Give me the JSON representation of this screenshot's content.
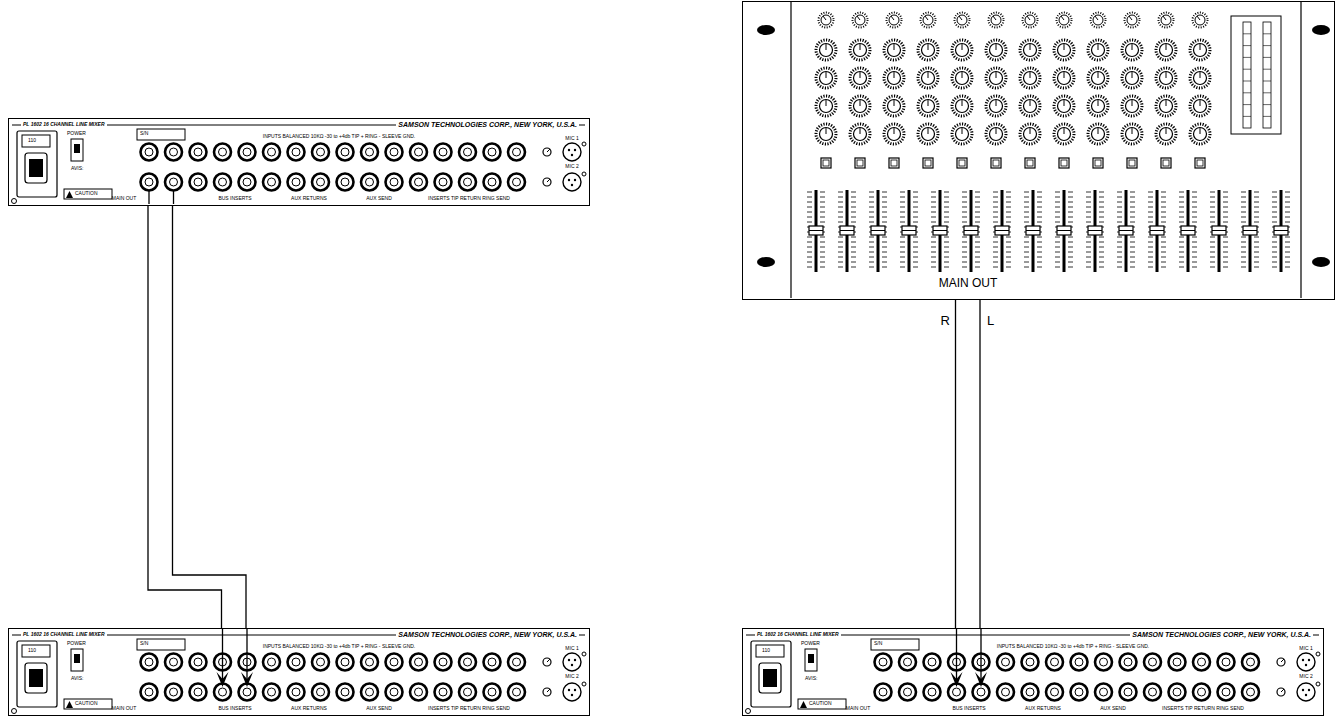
{
  "diagram": {
    "nodes": [
      {
        "text": [
          "PL 1602 16 CHANNEL LINE MIXER",
          "SAMSON TECHNOLOGIES CORP., NEW YORK, U.S.A."
        ]
      },
      {
        "text": [
          "MAIN OUT"
        ]
      },
      {
        "text": [
          "PL 1602 16 CHANNEL LINE MIXER",
          "SAMSON TECHNOLOGIES CORP., NEW YORK, U.S.A."
        ]
      },
      {
        "text": [
          "PL 1602 16 CHANNEL LINE MIXER",
          "SAMSON TECHNOLOGIES CORP., NEW YORK, U.S.A."
        ]
      }
    ],
    "edges": [
      {
        "from": 0,
        "to": 2,
        "arrow": "none"
      },
      {
        "from": 0,
        "to": 2,
        "arrow": "none"
      },
      {
        "from": 1,
        "to": 3,
        "label": "R",
        "arrow": "none"
      },
      {
        "from": 1,
        "to": 3,
        "label": "L",
        "arrow": "none"
      }
    ],
    "labels": [
      "S/N",
      "110",
      "POWER",
      "AVIS:",
      "CAUTION",
      "INPUTS BALANCED 10KΩ -30 to +4db TIP + RING - SLEEVE GND.",
      "MAIN OUT",
      "BUS INSERTS",
      "AUX RETURNS",
      "AUX SEND",
      "INSERTS TIP RETURN RING SEND",
      "MIC 1",
      "MIC 2",
      "S/N",
      "110",
      "POWER",
      "AVIS:",
      "CAUTION",
      "INPUTS BALANCED 10KΩ -30 to +4db TIP + RING - SLEEVE GND.",
      "MAIN OUT",
      "BUS INSERTS",
      "AUX RETURNS",
      "AUX SEND",
      "INSERTS TIP RETURN RING SEND",
      "MIC 1",
      "MIC 2",
      "S/N",
      "110",
      "POWER",
      "AVIS:",
      "CAUTION",
      "INPUTS BALANCED 10KΩ -30 to +4db TIP + RING - SLEEVE GND.",
      "MAIN OUT",
      "BUS INSERTS",
      "AUX RETURNS",
      "AUX SEND",
      "INSERTS TIP RETURN RING SEND",
      "MIC 1",
      "MIC 2"
    ]
  }
}
